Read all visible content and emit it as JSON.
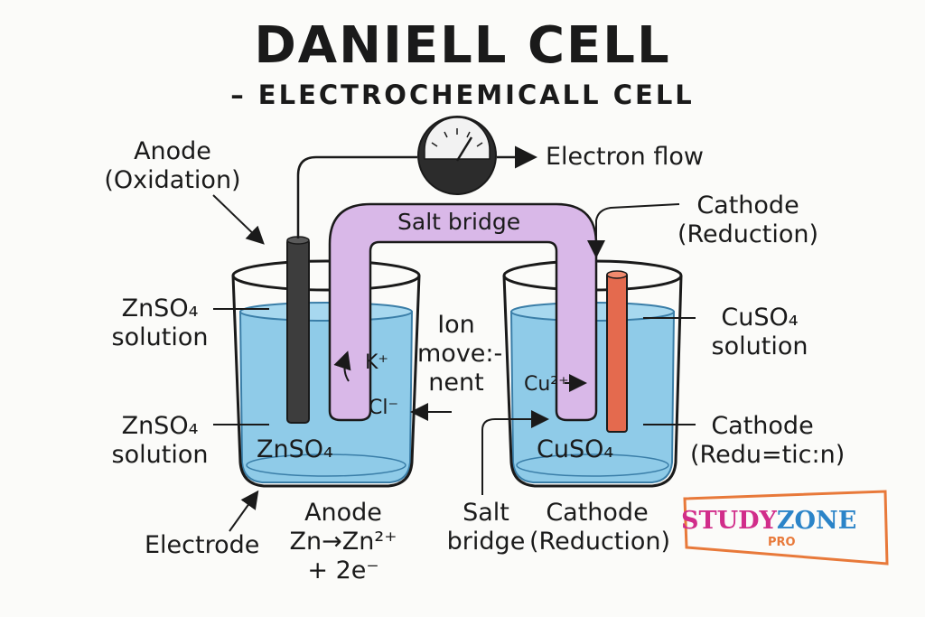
{
  "title": "DANIELL CELL",
  "subtitle": "– ELECTROCHEMICALL CELL",
  "labels": {
    "anode_top": [
      "Anode",
      "(Oxidation)"
    ],
    "electron_flow": "Electron flow",
    "salt_bridge_top": "Salt bridge",
    "cathode_top": [
      "Cathode",
      "(Reduction)"
    ],
    "znso4_solution_1": [
      "ZnSO₄",
      "solution"
    ],
    "znso4_solution_2": [
      "ZnSO₄",
      "solution"
    ],
    "cuso4_solution": [
      "CuSO₄",
      "solution"
    ],
    "cathode_mid": [
      "Cathode",
      "(Redu=tic:n)"
    ],
    "ion_movement": [
      "Ion",
      "move:-",
      "nent"
    ],
    "k_ion": "K⁺",
    "cl_ion": "Cl⁻",
    "cu_ion": "Cu²⁺",
    "znso4_in_beaker": "ZnSO₄",
    "cuso4_in_beaker": "CuSO₄",
    "electrode": "Electrode",
    "anode_bottom": [
      "Anode",
      "Zn→Zn²⁺",
      "+ 2e⁻"
    ],
    "salt_bridge_bottom": [
      "Salt",
      "bridge"
    ],
    "cathode_bottom": [
      "Cathode",
      "(Reduction)"
    ]
  },
  "logo": {
    "study": "STUDY",
    "zone": "ZONE",
    "pro": "PRO"
  },
  "colors": {
    "solution": "#8fcbe8",
    "zinc_electrode": "#3d3d3d",
    "copper_electrode": "#e46a4e",
    "salt_bridge": "#d9b8e8",
    "logo_pink": "#d12d8a",
    "logo_blue": "#2b84c8",
    "logo_orange": "#e8793a"
  }
}
